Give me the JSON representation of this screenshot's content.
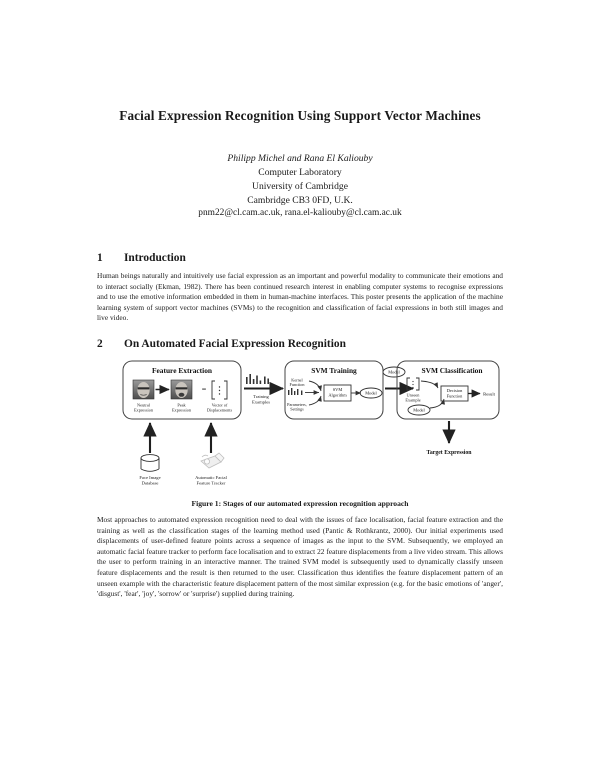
{
  "paper": {
    "title": "Facial Expression Recognition Using Support Vector Machines",
    "authors": "Philipp Michel and Rana El Kaliouby",
    "affiliation_1": "Computer Laboratory",
    "affiliation_2": "University of Cambridge",
    "affiliation_3": "Cambridge CB3 0FD, U.K.",
    "emails": "pnm22@cl.cam.ac.uk, rana.el-kaliouby@cl.cam.ac.uk"
  },
  "sections": [
    {
      "number": "1",
      "title": "Introduction",
      "paragraph": "Human beings naturally and intuitively use facial expression as an important and powerful modality to communicate their emotions and to interact socially (Ekman, 1982). There has been continued research interest in enabling computer systems to recognise expressions and to use the emotive information embedded in them in human-machine interfaces. This poster presents the application of the machine learning system of support vector machines (SVMs) to the recognition and classification of facial expressions in both still images and live video."
    },
    {
      "number": "2",
      "title": "On Automated Facial Expression Recognition",
      "paragraph": "Most approaches to automated expression recognition need to deal with the issues of face localisation, facial feature extraction and the training as well as the classification stages of the learning method used (Pantic & Rothkrantz, 2000). Our initial experiments used displacements of user-defined feature points across a sequence of images as the input to the SVM. Subsequently, we employed an automatic facial feature tracker to perform face localisation and to extract 22 feature displacements from a live video stream. This allows the user to perform training in an interactive manner. The trained SVM model is subsequently used to dynamically classify unseen feature displacements and the result is then returned to the user. Classification thus identifies the feature displacement pattern of an unseen example with the characteristic feature displacement pattern of the most similar expression (e.g. for the basic emotions of 'anger', 'disgust', 'fear', 'joy', 'sorrow' or 'surprise') supplied during training."
    }
  ],
  "figure": {
    "caption": "Figure 1: Stages of our automated expression recognition approach",
    "boxes": {
      "feature_extraction": {
        "title": "Feature Extraction",
        "label_neutral": "Neutral",
        "label_neutral_2": "Expression",
        "label_peak": "Peak",
        "label_peak_2": "Expression",
        "label_vector": "Vector of",
        "label_vector_2": "Displacements",
        "equals": "="
      },
      "svm_training": {
        "title": "SVM Training",
        "label_kernel": "Kernel",
        "label_kernel_2": "Function",
        "label_algorithm": "SVM",
        "label_algorithm_2": "Algorithm",
        "label_params": "Parameters,",
        "label_params_2": "Settings",
        "label_model": "Model"
      },
      "svm_classification": {
        "title": "SVM Classification",
        "label_unseen": "Unseen",
        "label_unseen_2": "Example",
        "label_decision": "Decision",
        "label_decision_2": "Function",
        "label_result": "Result",
        "label_model": "Model"
      }
    },
    "connectors": {
      "training_examples": "Training",
      "training_examples_2": "Examples",
      "model_transfer": "Model",
      "target_expression": "Target Expression"
    },
    "sources": {
      "database": "Face Image",
      "database_2": "Database",
      "tracker": "Automatic Facial",
      "tracker_2": "Feature Tracker"
    }
  },
  "colors": {
    "page_background": "#ffffff",
    "text": "#1a1a1a",
    "diagram_stroke": "#333333"
  }
}
